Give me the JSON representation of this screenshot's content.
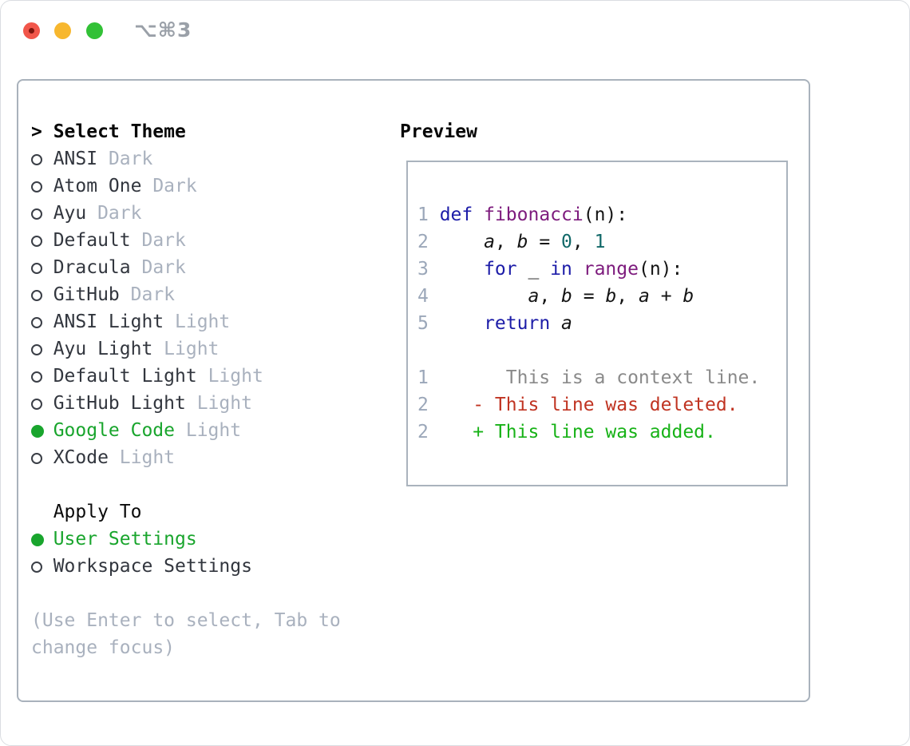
{
  "titlebar": {
    "shortcut": "⌥⌘3",
    "traffic_lights": [
      "close",
      "minimize",
      "zoom"
    ]
  },
  "theme_picker": {
    "header": {
      "prefix": ">",
      "label": "Select Theme"
    },
    "items": [
      {
        "name": "ANSI",
        "tag": "Dark",
        "selected": false
      },
      {
        "name": "Atom One",
        "tag": "Dark",
        "selected": false
      },
      {
        "name": "Ayu",
        "tag": "Dark",
        "selected": false
      },
      {
        "name": "Default",
        "tag": "Dark",
        "selected": false
      },
      {
        "name": "Dracula",
        "tag": "Dark",
        "selected": false
      },
      {
        "name": "GitHub",
        "tag": "Dark",
        "selected": false
      },
      {
        "name": "ANSI Light",
        "tag": "Light",
        "selected": false
      },
      {
        "name": "Ayu Light",
        "tag": "Light",
        "selected": false
      },
      {
        "name": "Default Light",
        "tag": "Light",
        "selected": false
      },
      {
        "name": "GitHub Light",
        "tag": "Light",
        "selected": false
      },
      {
        "name": "Google Code",
        "tag": "Light",
        "selected": true
      },
      {
        "name": "XCode",
        "tag": "Light",
        "selected": false
      }
    ]
  },
  "apply_to": {
    "header": "Apply To",
    "options": [
      {
        "name": "User Settings",
        "selected": true
      },
      {
        "name": "Workspace Settings",
        "selected": false
      }
    ]
  },
  "help_lines": [
    "(Use Enter to select, Tab to",
    "change focus)"
  ],
  "preview": {
    "title": "Preview",
    "code_lines": [
      {
        "num": "1",
        "tokens": [
          {
            "t": "def",
            "c": "kw"
          },
          {
            "t": " "
          },
          {
            "t": "fibonacci",
            "c": "fn"
          },
          {
            "t": "(n):"
          }
        ]
      },
      {
        "num": "2",
        "tokens": [
          {
            "t": "    "
          },
          {
            "t": "a",
            "c": "var"
          },
          {
            "t": ", "
          },
          {
            "t": "b",
            "c": "var"
          },
          {
            "t": " = "
          },
          {
            "t": "0",
            "c": "num"
          },
          {
            "t": ", "
          },
          {
            "t": "1",
            "c": "num"
          }
        ]
      },
      {
        "num": "3",
        "tokens": [
          {
            "t": "    "
          },
          {
            "t": "for",
            "c": "kw"
          },
          {
            "t": " _ "
          },
          {
            "t": "in",
            "c": "kw"
          },
          {
            "t": " "
          },
          {
            "t": "range",
            "c": "fn"
          },
          {
            "t": "(n):"
          }
        ]
      },
      {
        "num": "4",
        "tokens": [
          {
            "t": "        "
          },
          {
            "t": "a",
            "c": "var"
          },
          {
            "t": ", "
          },
          {
            "t": "b",
            "c": "var"
          },
          {
            "t": " = "
          },
          {
            "t": "b",
            "c": "var"
          },
          {
            "t": ", "
          },
          {
            "t": "a",
            "c": "var"
          },
          {
            "t": " + "
          },
          {
            "t": "b",
            "c": "var"
          }
        ]
      },
      {
        "num": "5",
        "tokens": [
          {
            "t": "    "
          },
          {
            "t": "return",
            "c": "kw"
          },
          {
            "t": " "
          },
          {
            "t": "a",
            "c": "var"
          }
        ]
      }
    ],
    "diff_lines": [
      {
        "num": "1",
        "kind": "ctx",
        "text": "      This is a context line."
      },
      {
        "num": "2",
        "kind": "del",
        "text": "   - This line was deleted."
      },
      {
        "num": "2",
        "kind": "add",
        "text": "   + This line was added."
      }
    ]
  },
  "colors": {
    "selection_green": "#19a52d",
    "diff_added_green": "#17b217",
    "diff_deleted_red": "#c03422",
    "diff_context_gray": "#8a8a8a",
    "keyword_blue": "#1c1ca8",
    "function_purple": "#7d1b7d",
    "number_teal": "#116868",
    "muted_gray": "#a9b1be",
    "frame_border_gray": "#a9b2bc",
    "traffic_red": "#f1564a",
    "traffic_yellow": "#f7b72e",
    "traffic_green": "#32c136"
  }
}
